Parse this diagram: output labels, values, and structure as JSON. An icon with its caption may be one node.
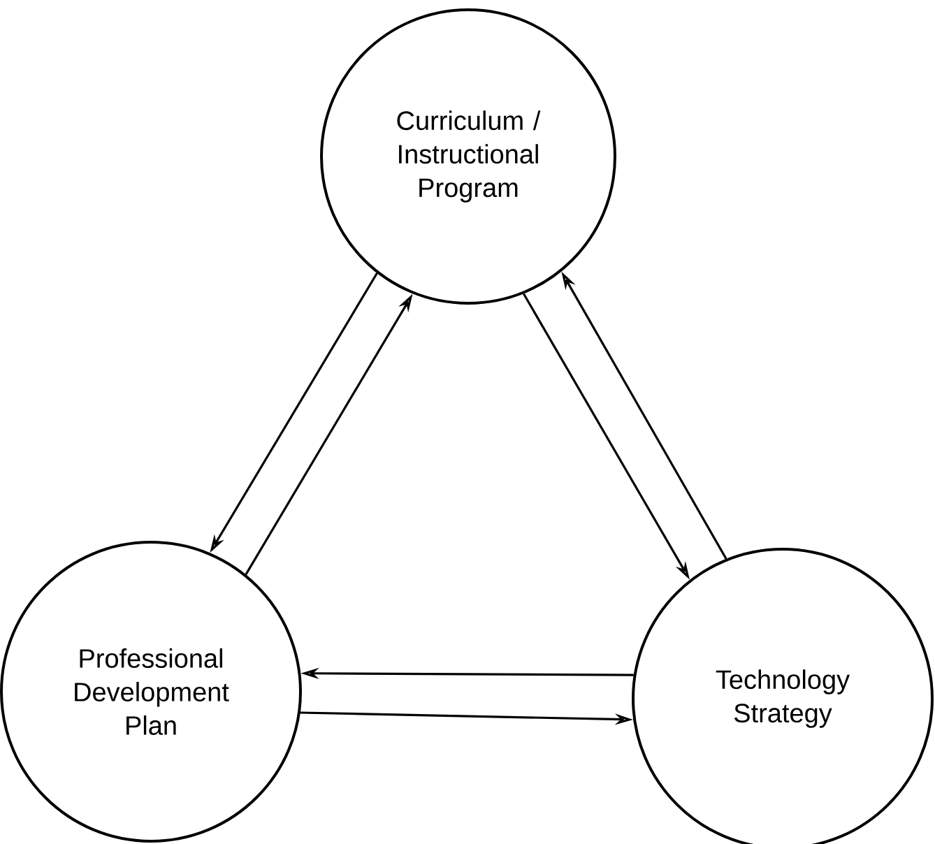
{
  "diagram": {
    "nodes": [
      {
        "text": [
          "Curriculum / Instructional Program"
        ]
      },
      {
        "text": [
          "Professional Development Plan"
        ]
      },
      {
        "text": [
          "Technology Strategy"
        ]
      }
    ],
    "edges": [
      {
        "from": 0,
        "to": 1,
        "arrow": "to"
      },
      {
        "from": 1,
        "to": 0,
        "arrow": "to"
      },
      {
        "from": 0,
        "to": 2,
        "arrow": "to"
      },
      {
        "from": 2,
        "to": 0,
        "arrow": "to"
      },
      {
        "from": 1,
        "to": 2,
        "arrow": "to"
      },
      {
        "from": 2,
        "to": 1,
        "arrow": "to"
      }
    ]
  }
}
